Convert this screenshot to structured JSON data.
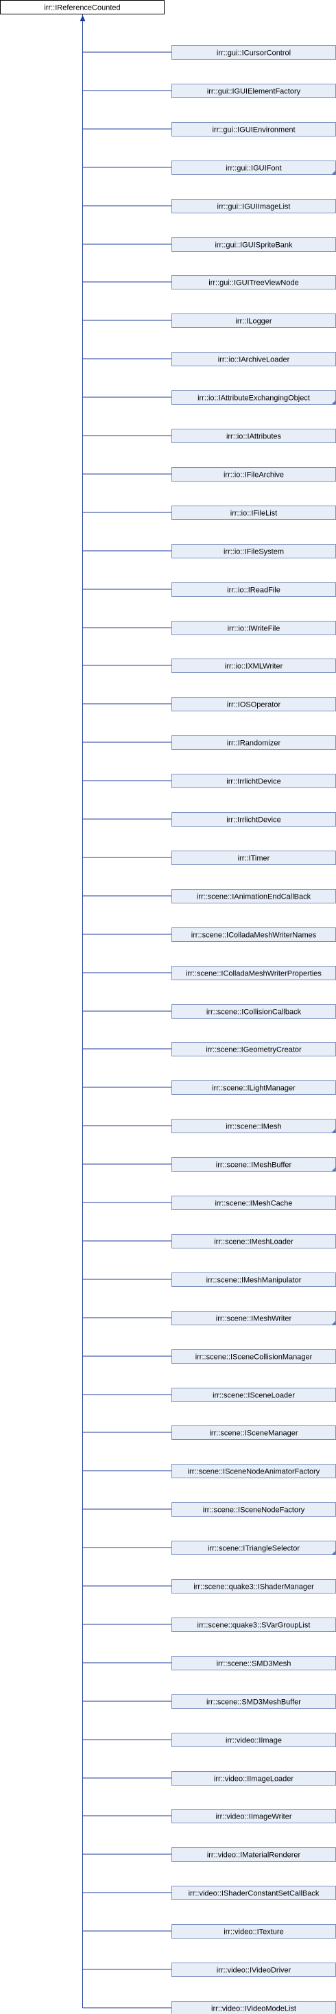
{
  "diagram": {
    "root": "irr::IReferenceCounted",
    "root_style": {
      "fill": "#ffffff",
      "stroke": "#000000"
    },
    "child_style": {
      "fill": "#e8eef8",
      "stroke": "#7b8fbf",
      "edge": "#1f3b9a",
      "corner_marker": "#5a74b0"
    },
    "children": [
      {
        "label": "irr::gui::ICursorControl",
        "has_more": false
      },
      {
        "label": "irr::gui::IGUIElementFactory",
        "has_more": false
      },
      {
        "label": "irr::gui::IGUIEnvironment",
        "has_more": false
      },
      {
        "label": "irr::gui::IGUIFont",
        "has_more": true
      },
      {
        "label": "irr::gui::IGUIImageList",
        "has_more": false
      },
      {
        "label": "irr::gui::IGUISpriteBank",
        "has_more": false
      },
      {
        "label": "irr::gui::IGUITreeViewNode",
        "has_more": false
      },
      {
        "label": "irr::ILogger",
        "has_more": false
      },
      {
        "label": "irr::io::IArchiveLoader",
        "has_more": false
      },
      {
        "label": "irr::io::IAttributeExchangingObject",
        "has_more": true
      },
      {
        "label": "irr::io::IAttributes",
        "has_more": false
      },
      {
        "label": "irr::io::IFileArchive",
        "has_more": false
      },
      {
        "label": "irr::io::IFileList",
        "has_more": false
      },
      {
        "label": "irr::io::IFileSystem",
        "has_more": false
      },
      {
        "label": "irr::io::IReadFile",
        "has_more": false
      },
      {
        "label": "irr::io::IWriteFile",
        "has_more": false
      },
      {
        "label": "irr::io::IXMLWriter",
        "has_more": false
      },
      {
        "label": "irr::IOSOperator",
        "has_more": false
      },
      {
        "label": "irr::IRandomizer",
        "has_more": false
      },
      {
        "label": "irr::IrrlichtDevice",
        "has_more": false
      },
      {
        "label": "irr::IrrlichtDevice",
        "has_more": false
      },
      {
        "label": "irr::ITimer",
        "has_more": false
      },
      {
        "label": "irr::scene::IAnimationEndCallBack",
        "has_more": false
      },
      {
        "label": "irr::scene::IColladaMeshWriterNames",
        "has_more": false
      },
      {
        "label": "irr::scene::IColladaMeshWriterProperties",
        "has_more": false
      },
      {
        "label": "irr::scene::ICollisionCallback",
        "has_more": false
      },
      {
        "label": "irr::scene::IGeometryCreator",
        "has_more": false
      },
      {
        "label": "irr::scene::ILightManager",
        "has_more": false
      },
      {
        "label": "irr::scene::IMesh",
        "has_more": true
      },
      {
        "label": "irr::scene::IMeshBuffer",
        "has_more": true
      },
      {
        "label": "irr::scene::IMeshCache",
        "has_more": false
      },
      {
        "label": "irr::scene::IMeshLoader",
        "has_more": false
      },
      {
        "label": "irr::scene::IMeshManipulator",
        "has_more": false
      },
      {
        "label": "irr::scene::IMeshWriter",
        "has_more": true
      },
      {
        "label": "irr::scene::ISceneCollisionManager",
        "has_more": false
      },
      {
        "label": "irr::scene::ISceneLoader",
        "has_more": false
      },
      {
        "label": "irr::scene::ISceneManager",
        "has_more": false
      },
      {
        "label": "irr::scene::ISceneNodeAnimatorFactory",
        "has_more": false
      },
      {
        "label": "irr::scene::ISceneNodeFactory",
        "has_more": false
      },
      {
        "label": "irr::scene::ITriangleSelector",
        "has_more": true
      },
      {
        "label": "irr::scene::quake3::IShaderManager",
        "has_more": false
      },
      {
        "label": "irr::scene::quake3::SVarGroupList",
        "has_more": false
      },
      {
        "label": "irr::scene::SMD3Mesh",
        "has_more": false
      },
      {
        "label": "irr::scene::SMD3MeshBuffer",
        "has_more": false
      },
      {
        "label": "irr::video::IImage",
        "has_more": false
      },
      {
        "label": "irr::video::IImageLoader",
        "has_more": false
      },
      {
        "label": "irr::video::IImageWriter",
        "has_more": false
      },
      {
        "label": "irr::video::IMaterialRenderer",
        "has_more": false
      },
      {
        "label": "irr::video::IShaderConstantSetCallBack",
        "has_more": false
      },
      {
        "label": "irr::video::ITexture",
        "has_more": false
      },
      {
        "label": "irr::video::IVideoDriver",
        "has_more": false
      },
      {
        "label": "irr::video::IVideoModeList",
        "has_more": false
      }
    ]
  }
}
